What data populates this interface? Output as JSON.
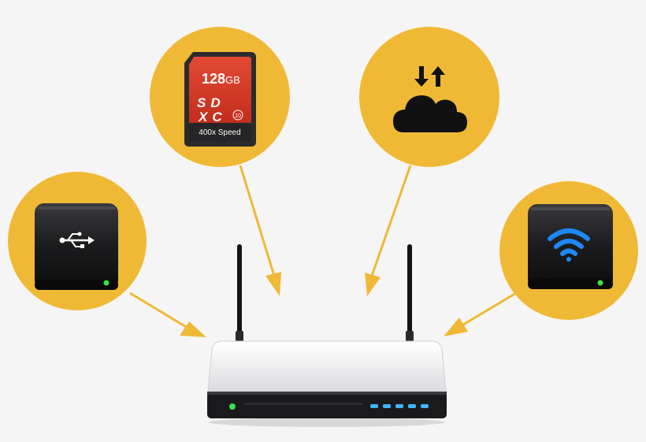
{
  "colors": {
    "background": "#f5f5f5",
    "circle": "#f0b935",
    "arrow": "#f0b935",
    "sd_card": "#d83a26",
    "drive_body": "#1c1c1e",
    "led_green": "#39e04a",
    "led_blue": "#3fb6ff",
    "wifi_blue": "#1e88f5",
    "router_body": "#ececef"
  },
  "icons": {
    "usb_drive": "usb-hard-drive-icon",
    "sd_card": "sd-card-icon",
    "cloud": "cloud-sync-icon",
    "wifi_drive": "wifi-hard-drive-icon",
    "router": "wireless-router-icon"
  },
  "sd_card": {
    "capacity_number": "128",
    "capacity_unit": "GB",
    "logo_line1": "SD",
    "logo_line2": "XC",
    "speed_class": "10",
    "speed_label": "400x Speed"
  }
}
